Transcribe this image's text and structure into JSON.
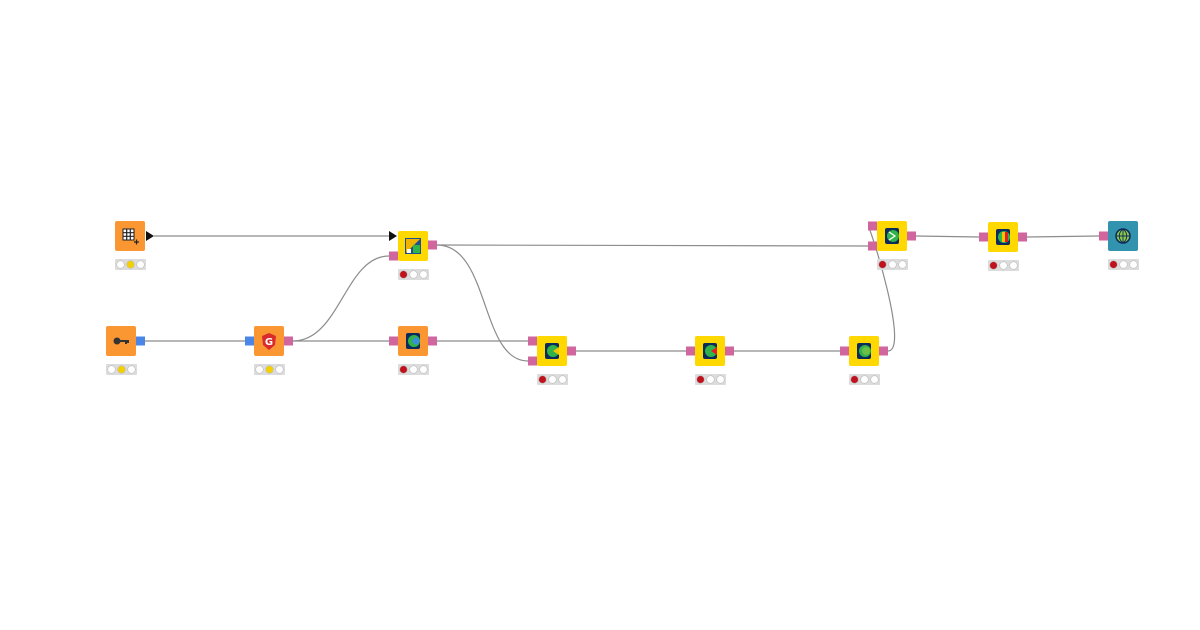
{
  "colors": {
    "source": "#fb9733",
    "manipulator": "#ffd800",
    "visualizer": "#3193ad",
    "port_table": "#d1669e",
    "port_credentials": "#4a86e8",
    "edge": "#8c8c8c",
    "status_red": "#c0121c",
    "status_yellow": "#f5d000",
    "status_off": "#ffffff",
    "status_bg": "#dcdcdc"
  },
  "nodes": [
    {
      "id": "table-creator",
      "category": "source",
      "icon": "table-plus-icon",
      "status": "yellow"
    },
    {
      "id": "credentials",
      "category": "source",
      "icon": "key-icon",
      "status": "yellow"
    },
    {
      "id": "google-auth",
      "category": "source",
      "icon": "google-shield-icon",
      "status": "yellow"
    },
    {
      "id": "table-to-chart-data",
      "category": "manipulator",
      "icon": "table-chart-icon",
      "status": "red"
    },
    {
      "id": "connector",
      "category": "source",
      "icon": "c-connector-icon",
      "status": "red"
    },
    {
      "id": "process-1",
      "category": "manipulator",
      "icon": "c-connector-yellow-icon",
      "status": "red"
    },
    {
      "id": "process-2",
      "category": "manipulator",
      "icon": "c-connector-red-icon",
      "status": "red"
    },
    {
      "id": "process-3",
      "category": "manipulator",
      "icon": "c-connector-green-icon",
      "status": "red"
    },
    {
      "id": "joiner",
      "category": "manipulator",
      "icon": "merge-arrow-icon",
      "status": "red"
    },
    {
      "id": "color-manager",
      "category": "manipulator",
      "icon": "color-bars-icon",
      "status": "red"
    },
    {
      "id": "view",
      "category": "visualizer",
      "icon": "globe-icon",
      "status": "red"
    }
  ]
}
